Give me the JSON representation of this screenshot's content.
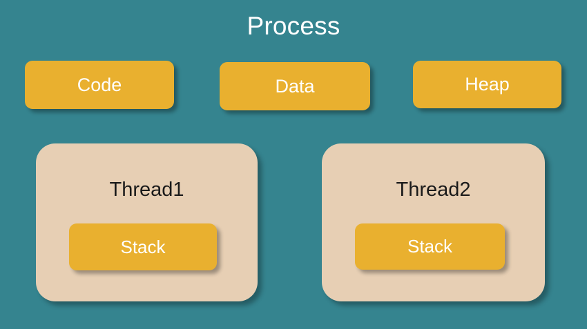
{
  "diagram": {
    "title": "Process",
    "background_color": "#35848f",
    "segment_color": "#e9b02f",
    "thread_color": "#e7cfb4",
    "title_color": "#ffffff",
    "segment_text_color": "#ffffff",
    "thread_text_color": "#1a1a1a",
    "segments": [
      {
        "label": "Code"
      },
      {
        "label": "Data"
      },
      {
        "label": "Heap"
      }
    ],
    "threads": [
      {
        "label": "Thread1",
        "stack_label": "Stack"
      },
      {
        "label": "Thread2",
        "stack_label": "Stack"
      }
    ]
  }
}
